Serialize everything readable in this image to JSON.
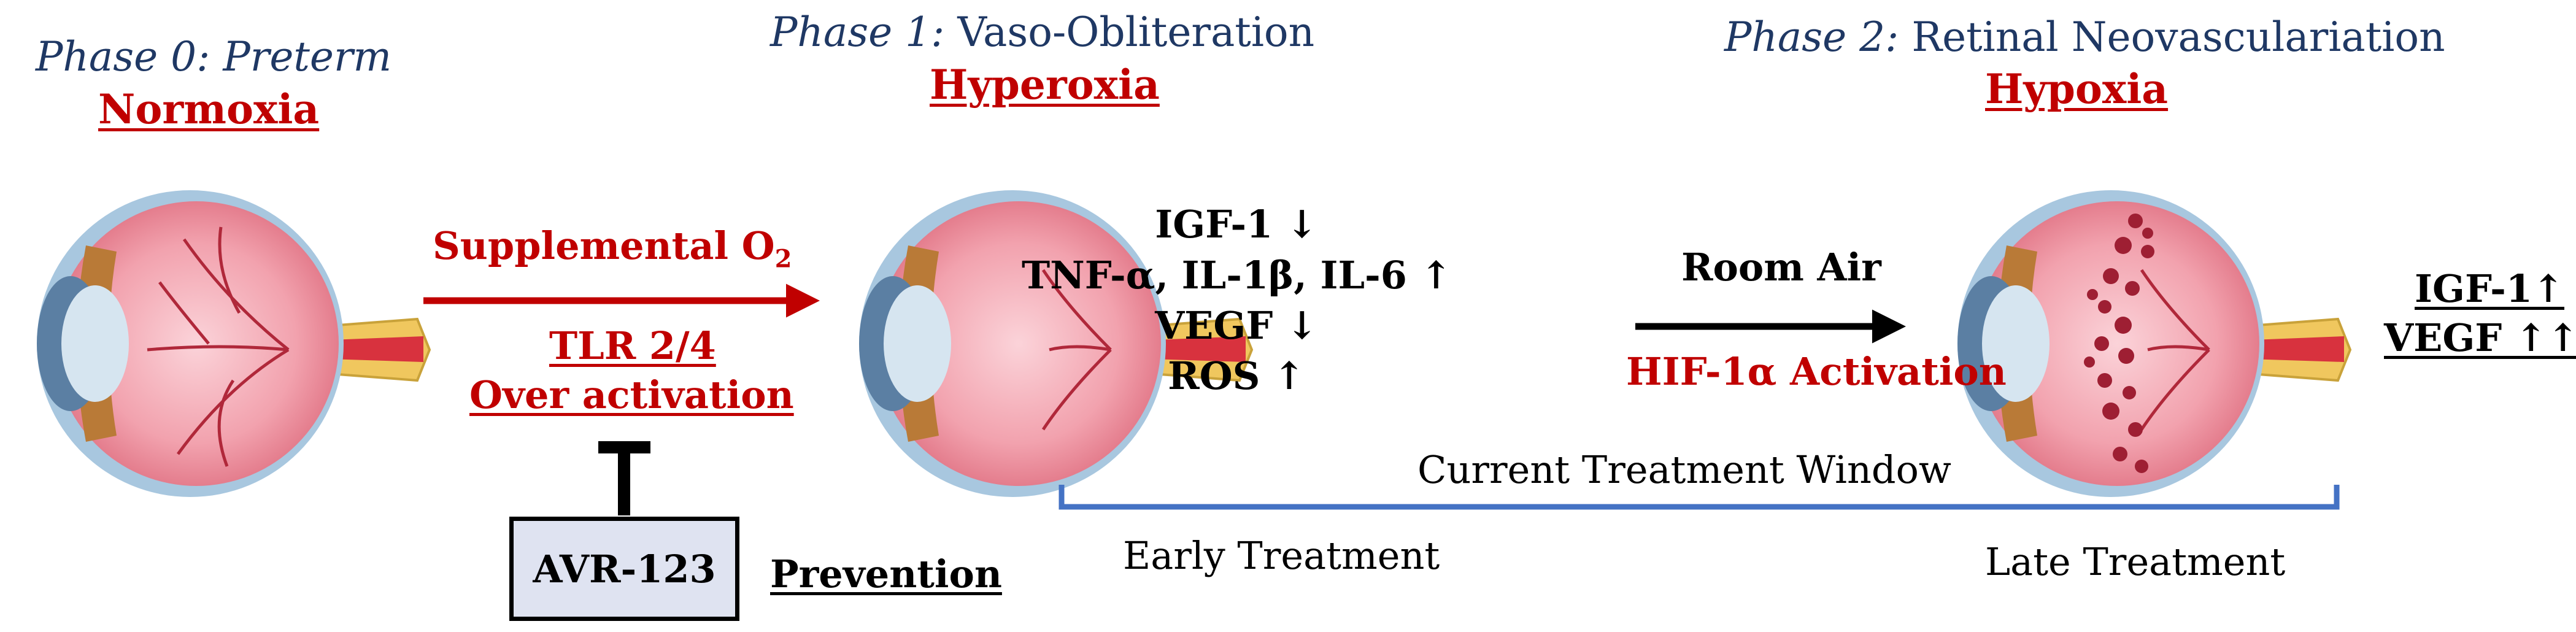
{
  "phases": [
    {
      "prefix": "Phase 0:",
      "title": "Preterm",
      "condition": "Normoxia"
    },
    {
      "prefix": "Phase 1:",
      "title": "Vaso-Obliteration",
      "condition": "Hyperoxia"
    },
    {
      "prefix": "Phase 2:",
      "title": "Retinal Neovasculariation",
      "condition": "Hypoxia"
    }
  ],
  "arrow1": {
    "label": "Supplemental O",
    "label_sub": "2",
    "tlr_line1": "TLR 2/4",
    "tlr_line2": "Over activation"
  },
  "inhibitor": {
    "box_label": "AVR-123",
    "caption": "Prevention"
  },
  "markers_phase1": [
    "IGF-1 ↓",
    "TNF-α, IL-1β, IL-6 ↑",
    "VEGF ↓",
    "ROS ↑"
  ],
  "arrow2": {
    "label": "Room Air",
    "activation": "HIF-1α Activation"
  },
  "markers_phase2": [
    "IGF-1↑",
    "VEGF ↑↑"
  ],
  "treatment": {
    "window": "Current Treatment Window",
    "early": "Early Treatment",
    "late": "Late Treatment"
  },
  "colors": {
    "navy": "#1f3864",
    "red": "#c00000",
    "blue_bracket": "#4472c4",
    "box_fill": "#dfe3f1"
  }
}
